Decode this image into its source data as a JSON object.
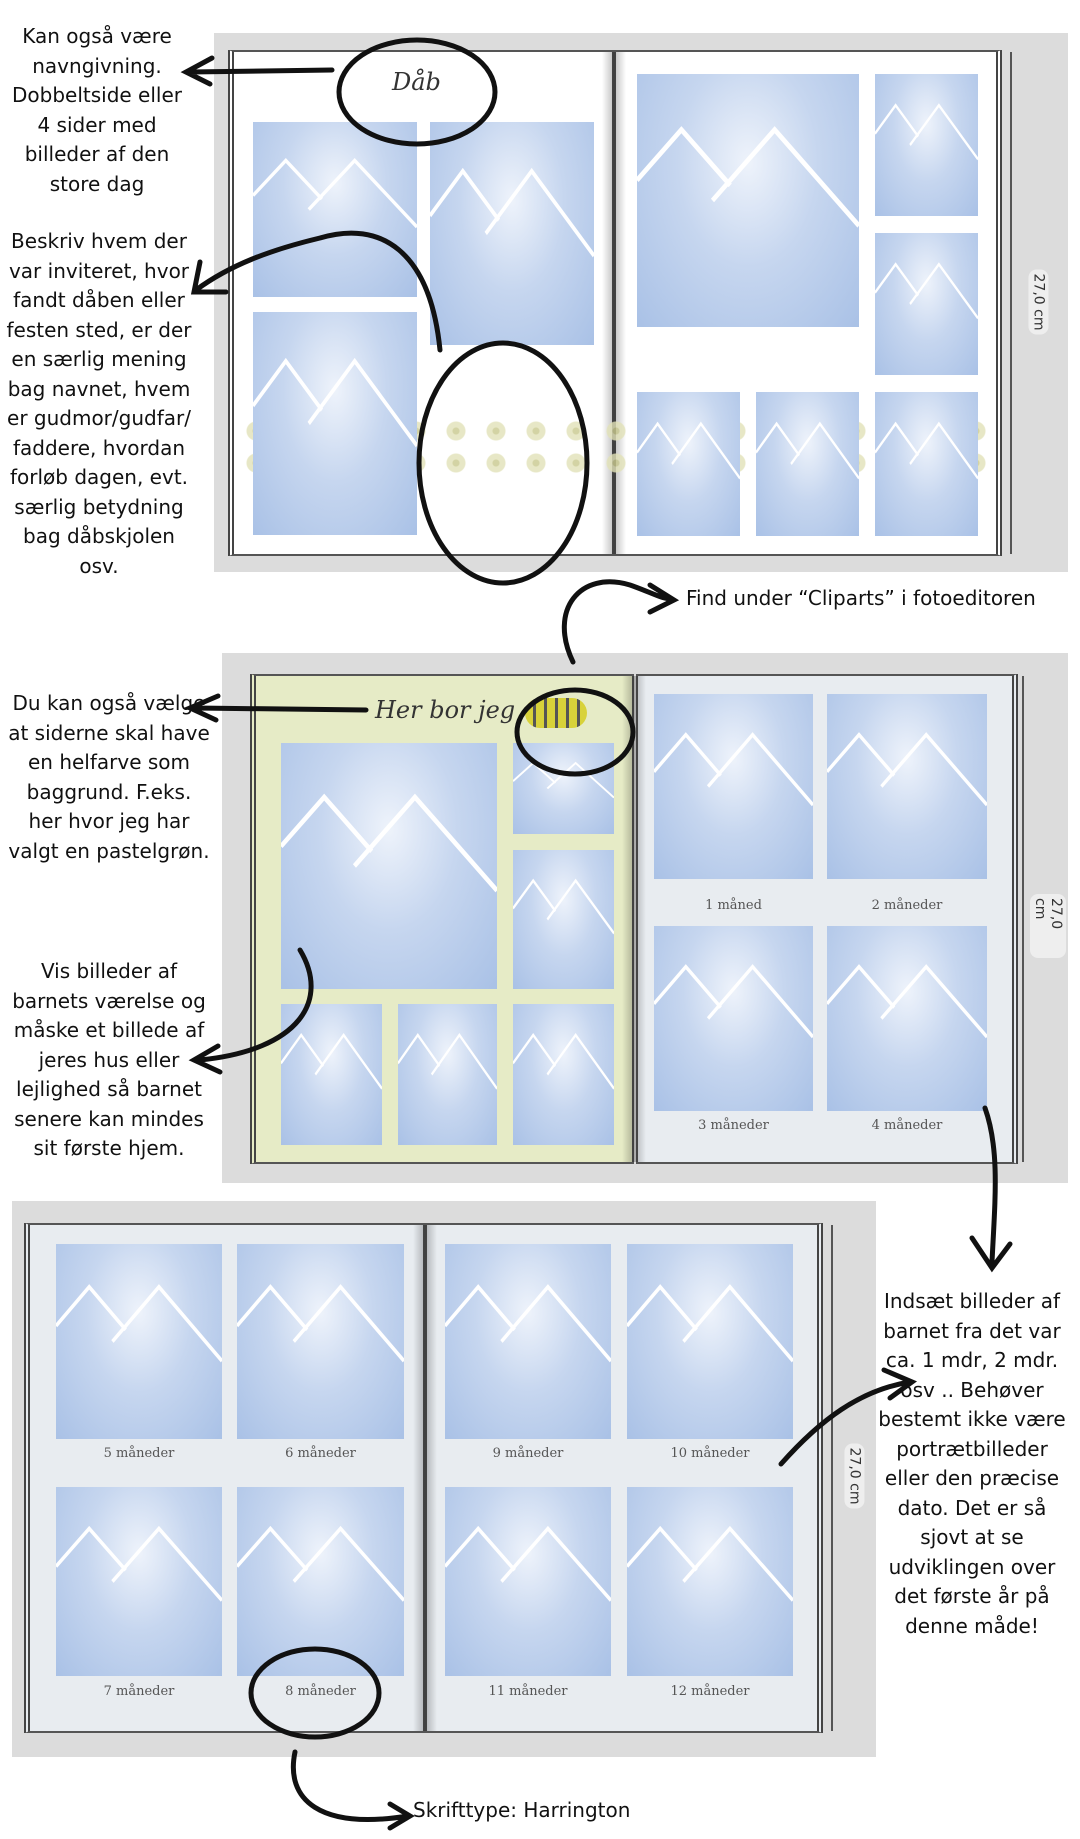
{
  "notes": {
    "naming": "Kan også være navngivning. Dobbeltside eller 4 sider med billeder af den store dag",
    "describe": "Beskriv hvem der var inviteret, hvor fandt dåben eller festen sted, er der en særlig mening bag navnet, hvem er gudmor/gudfar/ faddere, hvordan forløb dagen, evt. særlig betydning bag dåbskjolen osv.",
    "cliparts": "Find under “Cliparts” i fotoeditoren",
    "color": "Du kan også vælge at siderne skal have en helfarve som baggrund. F.eks. her hvor jeg har valgt en pastelgrøn.",
    "home": "Vis billeder af barnets værelse og måske et billede af jeres hus eller lejlighed så barnet senere kan mindes sit første hjem.",
    "months": "Indsæt billeder af barnet fra det var ca. 1 mdr, 2 mdr. osv .. Behøver bestemt ikke være portrætbilleder eller den præcise dato. Det er så sjovt at se udviklingen over det første år på denne måde!",
    "font": "Skrifttype: Harrington"
  },
  "spread1": {
    "title": "Dåb",
    "measure": "27,0 cm"
  },
  "spread2": {
    "title": "Her bor jeg",
    "measure": "27,0 cm",
    "labels": [
      "1 måned",
      "2 måneder",
      "3 måneder",
      "4 måneder"
    ]
  },
  "spread3": {
    "measure": "27,0 cm",
    "labels": [
      "5 måneder",
      "6 måneder",
      "9 måneder",
      "10 måneder",
      "7 måneder",
      "8 måneder",
      "11 måneder",
      "12 måneder"
    ]
  },
  "colors": {
    "page_green": "#e6ebc6",
    "photo_blue": "#a9c1e6"
  }
}
